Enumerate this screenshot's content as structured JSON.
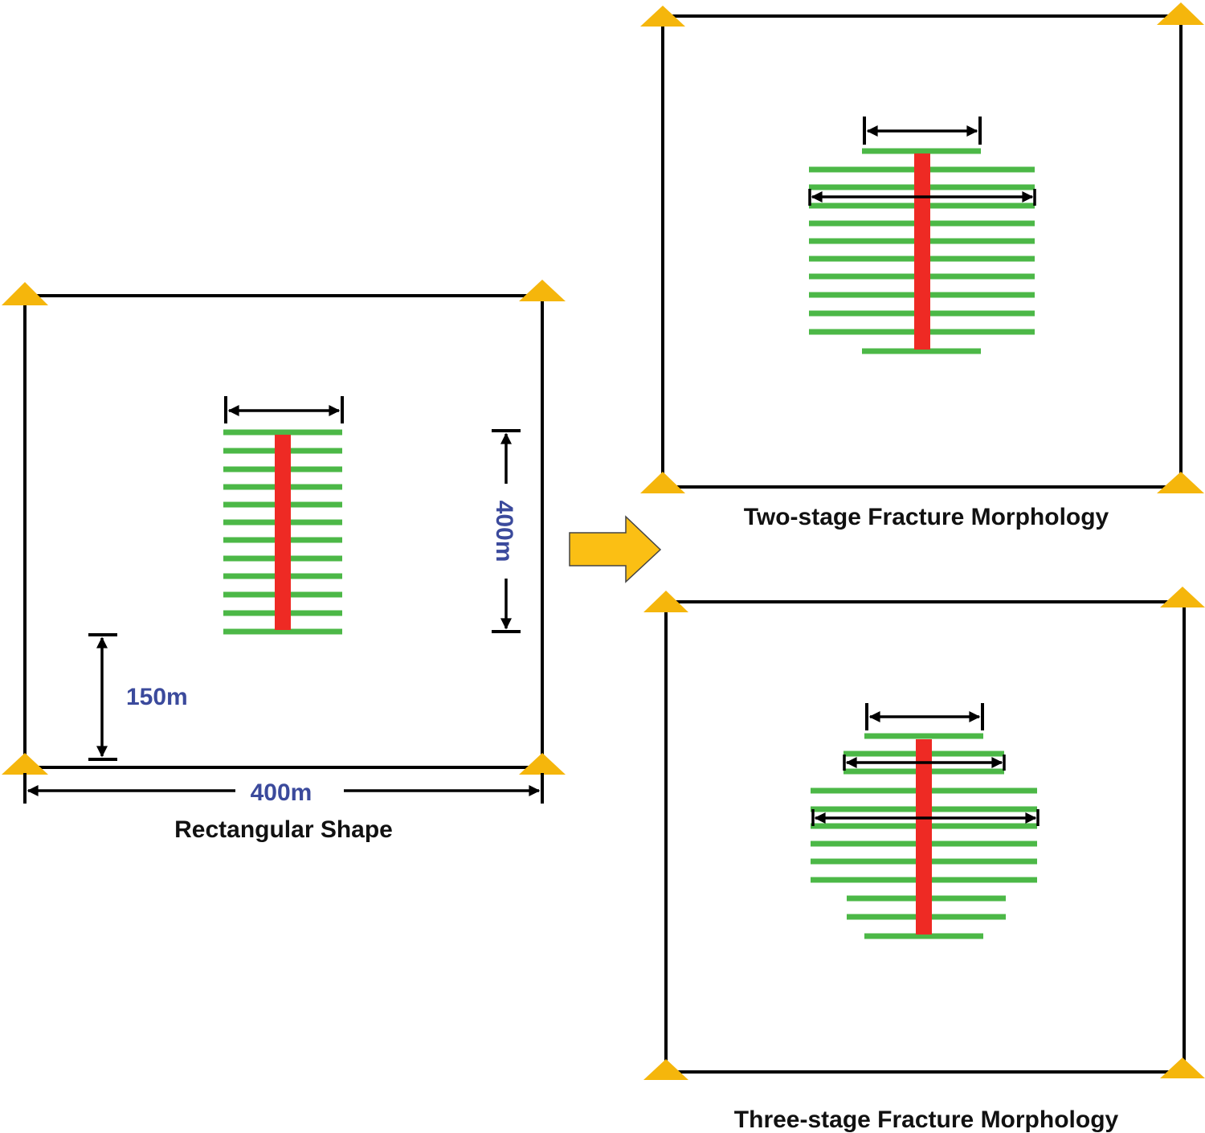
{
  "panels": {
    "rect": {
      "caption": "Rectangular Shape",
      "width_label": "400m",
      "height_label": "400m",
      "offset_label": "150m"
    },
    "two_stage": {
      "caption": "Two-stage Fracture Morphology"
    },
    "three_stage": {
      "caption": "Three-stage Fracture Morphology"
    }
  },
  "colors": {
    "boundary": "#000000",
    "corner_marker": "#f5b60c",
    "fracture": "#4cb847",
    "wellbore": "#ee2a24",
    "dimension_text": "#3b4a9c",
    "arrow_fill": "#fbbf14"
  },
  "icons": {
    "corner": "triangle-marker",
    "transition": "right-arrow"
  }
}
